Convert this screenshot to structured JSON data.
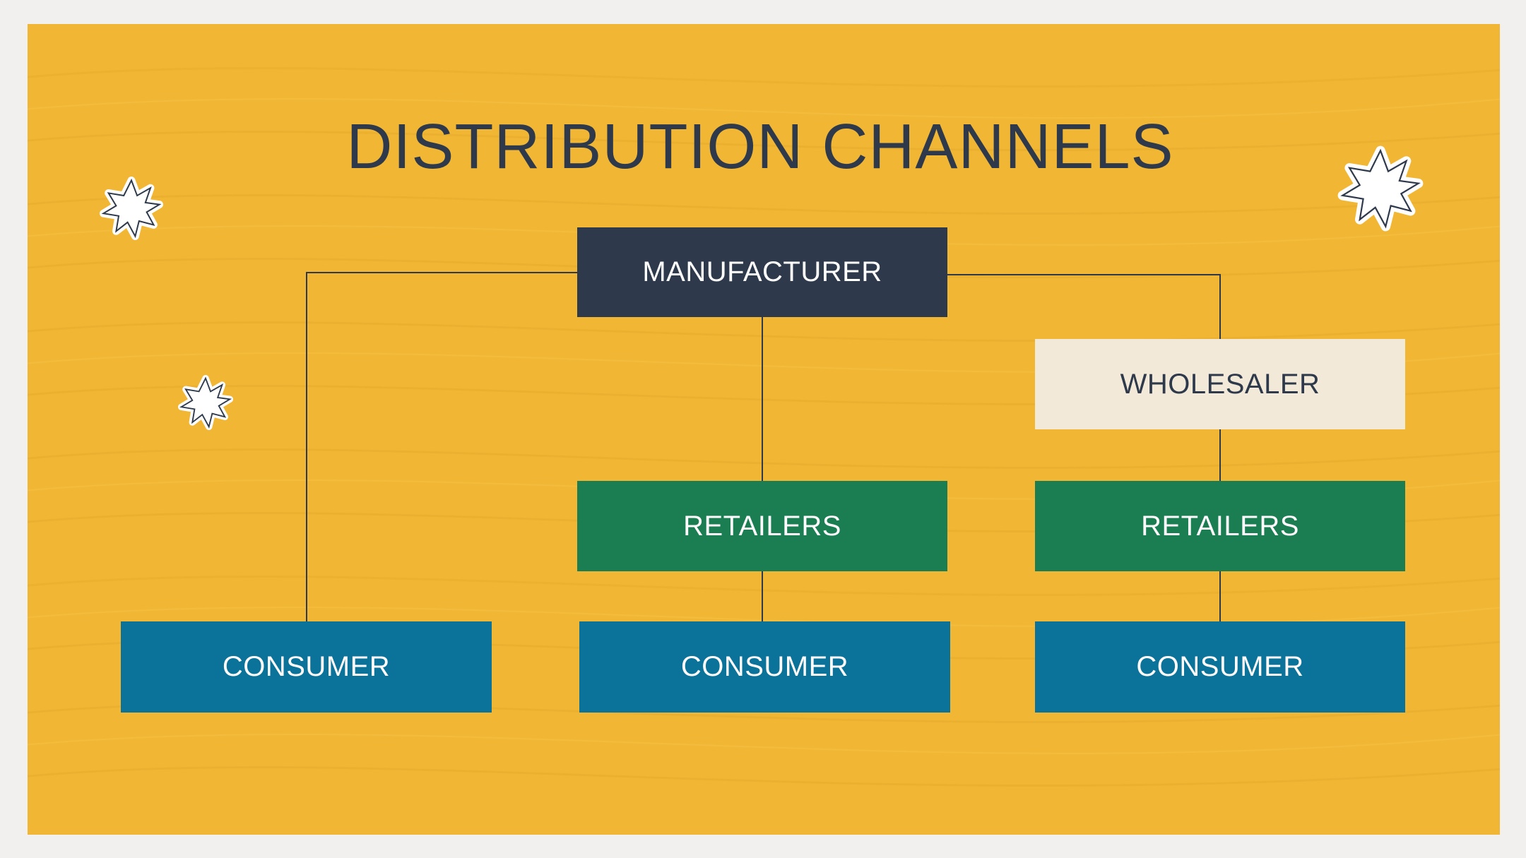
{
  "slide": {
    "title": "DISTRIBUTION CHANNELS",
    "colors": {
      "background": "#f1b734",
      "title_text": "#2e3a4b",
      "manufacturer_box": "#2e3a4b",
      "wholesaler_box": "#f2e9d8",
      "retailer_box": "#1b7d52",
      "consumer_box": "#0b7299",
      "connector_line": "#2e3a4b"
    }
  },
  "diagram": {
    "manufacturer": "MANUFACTURER",
    "wholesaler": "WHOLESALER",
    "retailers_direct": "RETAILERS",
    "retailers_via_wholesaler": "RETAILERS",
    "consumer_direct": "CONSUMER",
    "consumer_via_retailer": "CONSUMER",
    "consumer_via_wholesaler": "CONSUMER"
  },
  "decorations": {
    "sticker_icon": "starburst-sticker-icon"
  }
}
